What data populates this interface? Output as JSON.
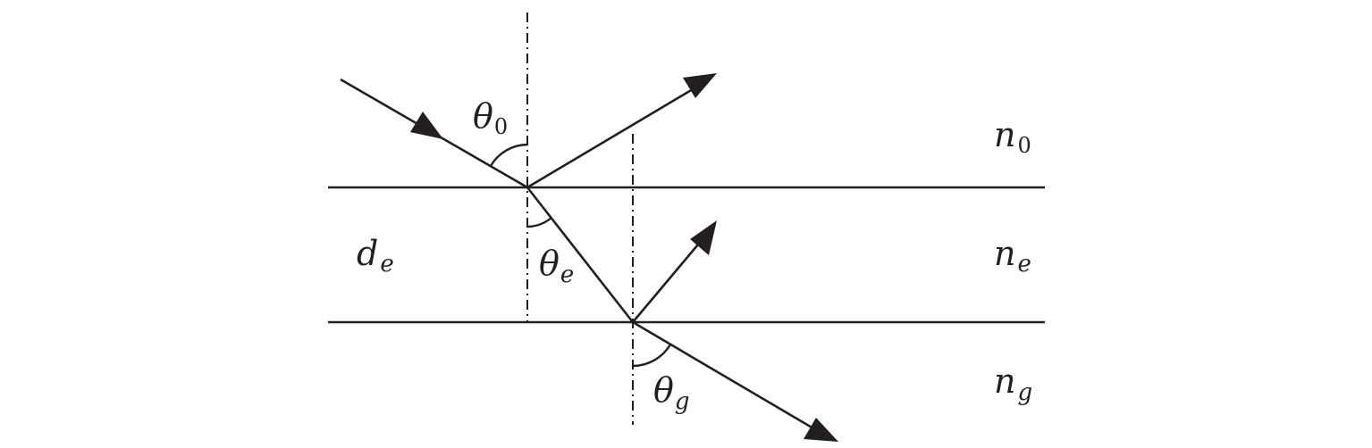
{
  "labels": {
    "theta_0": {
      "main": "θ",
      "sub": "0"
    },
    "theta_e": {
      "main": "θ",
      "sub": "e"
    },
    "theta_g": {
      "main": "θ",
      "sub": "g"
    },
    "n_0": {
      "main": "n",
      "sub": "0"
    },
    "n_e": {
      "main": "n",
      "sub": "e"
    },
    "n_g": {
      "main": "n",
      "sub": "g"
    },
    "d_e": {
      "main": "d",
      "sub": "e"
    }
  },
  "colors": {
    "ink": "#231f20",
    "background": "#ffffff"
  }
}
